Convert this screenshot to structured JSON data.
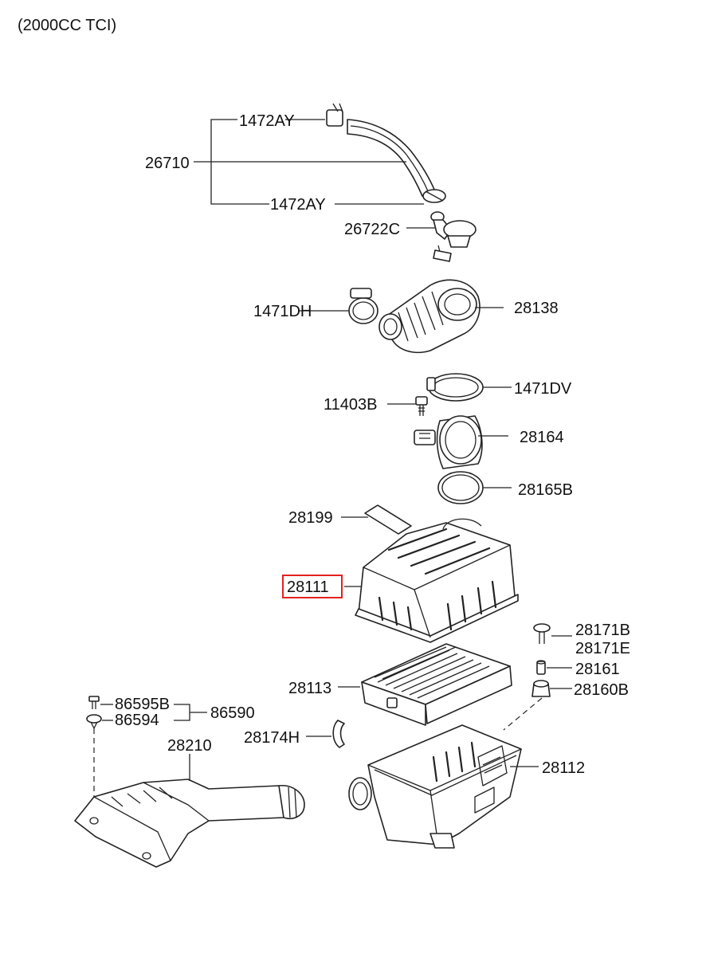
{
  "header": {
    "engine_label": "(2000CC TCI)"
  },
  "highlight_color": "#e3211f",
  "callouts": {
    "p1472AY_top": "1472AY",
    "p26710": "26710",
    "p1472AY_bottom": "1472AY",
    "p26722C": "26722C",
    "p1471DH": "1471DH",
    "p28138": "28138",
    "p1471DV": "1471DV",
    "p11403B": "11403B",
    "p28164": "28164",
    "p28165B": "28165B",
    "p28199": "28199",
    "p28111": "28111",
    "p28171B": "28171B",
    "p28171E": "28171E",
    "p28161": "28161",
    "p28113": "28113",
    "p28160B": "28160B",
    "p86595B": "86595B",
    "p86590": "86590",
    "p86594": "86594",
    "p28174H": "28174H",
    "p28210": "28210",
    "p28112": "28112"
  },
  "selected_part": "28111"
}
